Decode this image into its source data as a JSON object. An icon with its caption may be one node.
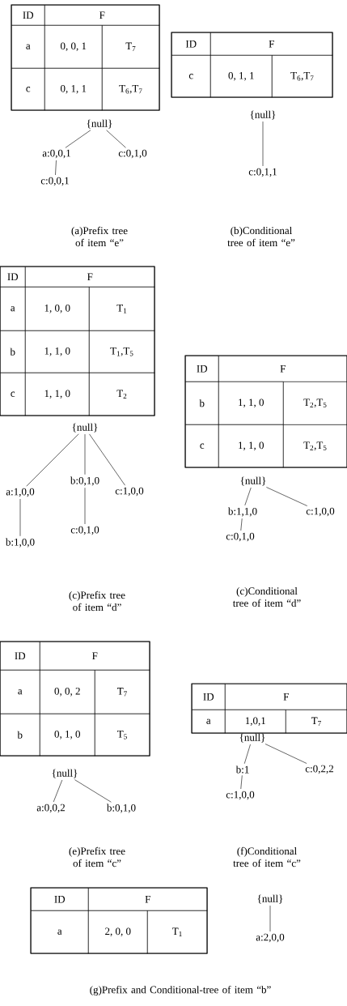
{
  "diagram": {
    "nodes": [
      {
        "text": [
          "{null}"
        ]
      },
      {
        "text": [
          "a:0,0,1"
        ]
      },
      {
        "text": [
          "c:0,1,0"
        ]
      },
      {
        "text": [
          "c:0,0,1"
        ]
      },
      {
        "text": [
          "{null}"
        ]
      },
      {
        "text": [
          "c:0,1,1"
        ]
      },
      {
        "text": [
          "{null}"
        ]
      },
      {
        "text": [
          "a:1,0,0"
        ]
      },
      {
        "text": [
          "b:0,1,0"
        ]
      },
      {
        "text": [
          "c:1,0,0"
        ]
      },
      {
        "text": [
          "b:1,0,0"
        ]
      },
      {
        "text": [
          "c:0,1,0"
        ]
      },
      {
        "text": [
          "{null}"
        ]
      },
      {
        "text": [
          "b:1,1,0"
        ]
      },
      {
        "text": [
          "c:1,0,0"
        ]
      },
      {
        "text": [
          "c:0,1,0"
        ]
      },
      {
        "text": [
          "{null}"
        ]
      },
      {
        "text": [
          "a:0,0,2"
        ]
      },
      {
        "text": [
          "b:0,1,0"
        ]
      },
      {
        "text": [
          "{null}"
        ]
      },
      {
        "text": [
          "b:1"
        ]
      },
      {
        "text": [
          "c:0,2,2"
        ]
      },
      {
        "text": [
          "c:1,0,0"
        ]
      },
      {
        "text": [
          "{null}"
        ]
      },
      {
        "text": [
          "a:2,0,0"
        ]
      }
    ],
    "edges": [
      {
        "from": 0,
        "to": 1,
        "arrow": "none"
      },
      {
        "from": 0,
        "to": 2,
        "arrow": "none"
      },
      {
        "from": 1,
        "to": 3,
        "arrow": "none"
      },
      {
        "from": 4,
        "to": 5,
        "arrow": "none"
      },
      {
        "from": 6,
        "to": 7,
        "arrow": "none"
      },
      {
        "from": 6,
        "to": 8,
        "arrow": "none"
      },
      {
        "from": 6,
        "to": 9,
        "arrow": "none"
      },
      {
        "from": 7,
        "to": 10,
        "arrow": "none"
      },
      {
        "from": 8,
        "to": 11,
        "arrow": "none"
      },
      {
        "from": 12,
        "to": 13,
        "arrow": "none"
      },
      {
        "from": 12,
        "to": 14,
        "arrow": "none"
      },
      {
        "from": 13,
        "to": 15,
        "arrow": "none"
      },
      {
        "from": 16,
        "to": 17,
        "arrow": "none"
      },
      {
        "from": 16,
        "to": 18,
        "arrow": "none"
      },
      {
        "from": 19,
        "to": 20,
        "arrow": "none"
      },
      {
        "from": 19,
        "to": 21,
        "arrow": "none"
      },
      {
        "from": 20,
        "to": 22,
        "arrow": "none"
      },
      {
        "from": 23,
        "to": 24,
        "arrow": "none"
      }
    ],
    "labels": [
      "ID",
      "F",
      "a",
      "0, 0, 1",
      "T$_{7}$",
      "c",
      "0, 1, 1",
      "T$_{6}$,T$_{7}$",
      "(a)Prefix tree of item “e”",
      "ID",
      "F",
      "c",
      "0, 1, 1",
      "T$_{6}$,T$_{7}$",
      "(b)Conditional tree of item “e”",
      "ID",
      "F",
      "a",
      "1, 0, 0",
      "T$_{1}$",
      "b",
      "1, 1, 0",
      "T$_{1}$,T$_{5}$",
      "c",
      "1, 1, 0",
      "T$_{2}$",
      "(c)Prefix tree of item “d”",
      "ID",
      "F",
      "b",
      "1, 1, 0",
      "T$_{2}$,T$_{5}$",
      "c",
      "1, 1, 0",
      "T$_{2}$,T$_{5}$",
      "(c)Conditional tree of item “d”",
      "ID",
      "F",
      "a",
      "0, 0, 2",
      "T$_{7}$",
      "b",
      "0, 1, 0",
      "T$_{5}$",
      "(e)Prefix tree of item “c”",
      "ID",
      "F",
      "a",
      "1,0,1",
      "T$_{7}$",
      "(f)Conditional tree of item “c”",
      "ID",
      "F",
      "a",
      "2, 0, 0",
      "T$_{1}$",
      "(g)Prefix and Conditional-tree of item “b”"
    ]
  }
}
